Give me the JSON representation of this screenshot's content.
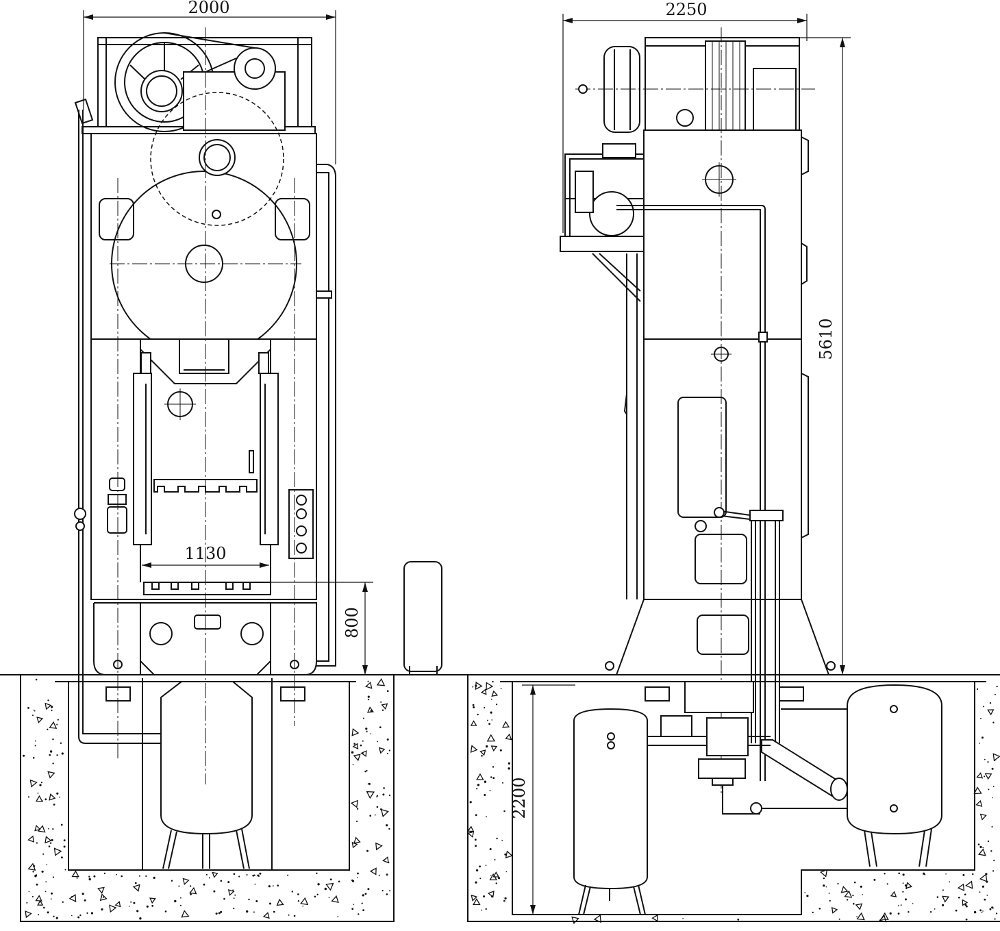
{
  "dimensions": {
    "front_width": "2000",
    "slide_opening": "1130",
    "bolster_height": "800",
    "side_width": "2250",
    "overall_height": "5610",
    "pit_depth": "2200"
  },
  "colors": {
    "line": "#111111",
    "background": "#ffffff"
  }
}
